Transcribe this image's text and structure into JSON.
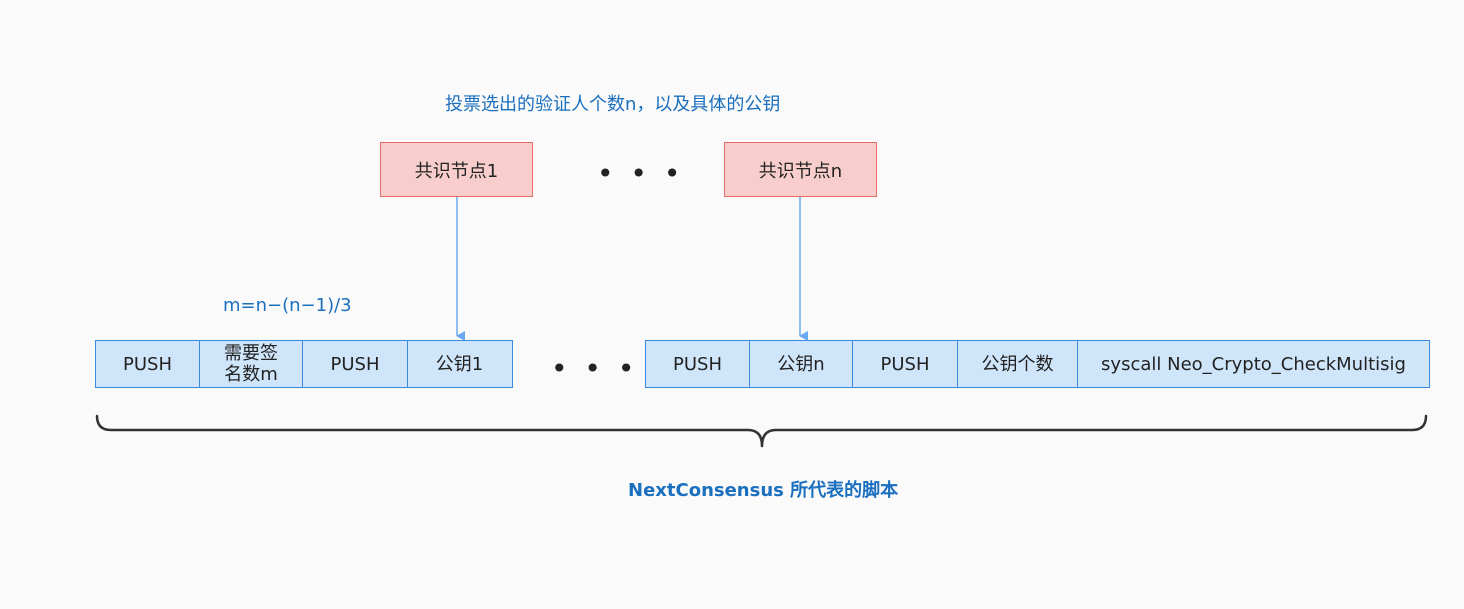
{
  "top_caption": "投票选出的验证人个数n，以及具体的公钥",
  "nodes": [
    {
      "label": "共识节点1"
    },
    {
      "label": "共识节点n"
    }
  ],
  "ellipsis": "• • •",
  "formula": "m=n−(n−1)/3",
  "script_left": [
    {
      "label": "PUSH"
    },
    {
      "label": "需要签名数m"
    },
    {
      "label": "PUSH"
    },
    {
      "label": "公钥1"
    }
  ],
  "script_right": [
    {
      "label": "PUSH"
    },
    {
      "label": "公钥n"
    },
    {
      "label": "PUSH"
    },
    {
      "label": "公钥个数"
    },
    {
      "label": "syscall Neo_Crypto_CheckMultisig"
    }
  ],
  "bottom_caption": "NextConsensus 所代表的脚本",
  "colors": {
    "node_fill": "#f8cecc",
    "node_border": "#e86b6b",
    "cell_fill": "#cfe5fa",
    "cell_border": "#3c8ae0",
    "arrow": "#6aaaf0",
    "caption": "#1a6fbf",
    "brace": "#333333"
  }
}
